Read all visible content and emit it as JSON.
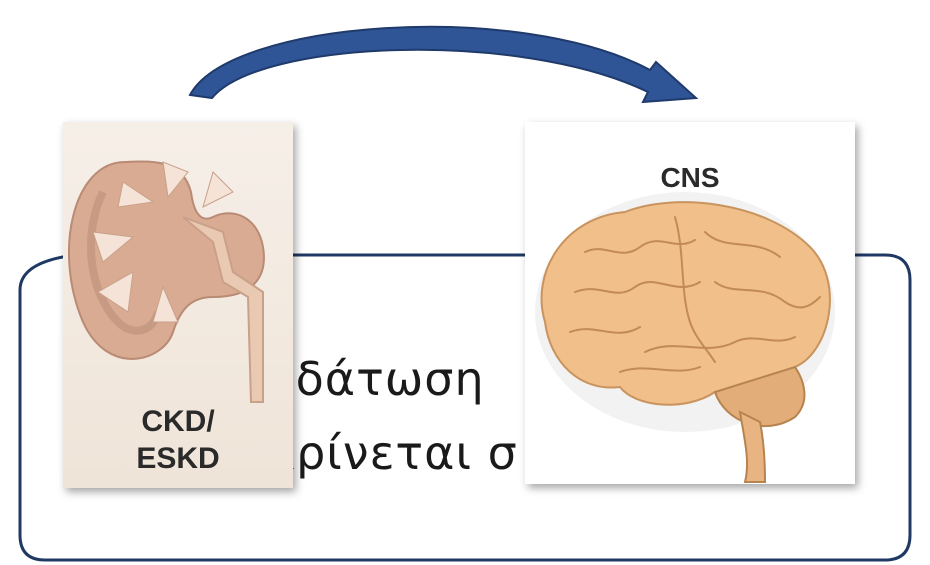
{
  "callout": {
    "line1": "υδάτωση",
    "line2": "κρίνεται σ"
  },
  "kidney": {
    "label_line1": "CKD/",
    "label_line2": "ESKD"
  },
  "brain": {
    "label": "CNS"
  },
  "colors": {
    "arrow_fill": "#2f5597",
    "arrow_outline": "#1f3a6b",
    "callout_border": "#1f3864",
    "kidney_tissue": "#d9ab93",
    "brain_tissue": "#f1bf8a"
  }
}
